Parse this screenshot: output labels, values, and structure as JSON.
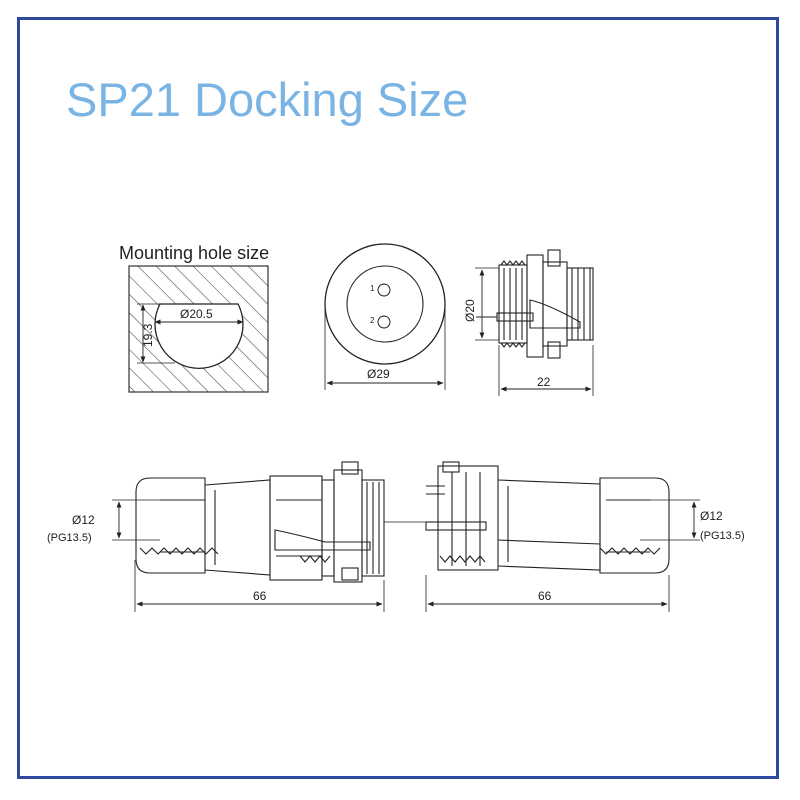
{
  "title": "SP21 Docking Size",
  "mounting": {
    "label": "Mounting hole size",
    "hole_diameter": "Ø20.5",
    "flat_height": "19.3"
  },
  "front_view": {
    "diameter": "Ø29",
    "pin1": "1",
    "pin2": "2"
  },
  "side_view": {
    "thread_diameter": "Ø20",
    "length": "22"
  },
  "male_plug": {
    "cable_diameter": "Ø12",
    "gland_spec": "(PG13.5)",
    "length": "66"
  },
  "female_plug": {
    "cable_diameter": "Ø12",
    "gland_spec": "(PG13.5)",
    "length": "66"
  },
  "colors": {
    "border": "#2f4a9c",
    "title": "#7ab4e4",
    "line": "#222222"
  }
}
